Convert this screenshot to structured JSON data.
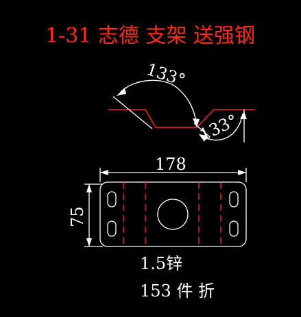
{
  "drawing": {
    "title": "1-31 志德 支架 送强钢",
    "angles": {
      "top": "133°",
      "bottom": "133°"
    },
    "dimensions": {
      "width": "178",
      "height": "75"
    },
    "notes": {
      "material": "1.5锌",
      "quantity": "153 件 折"
    }
  },
  "colors": {
    "background": "#000000",
    "line": "#ffffff",
    "accent": "#ff2a1a"
  }
}
